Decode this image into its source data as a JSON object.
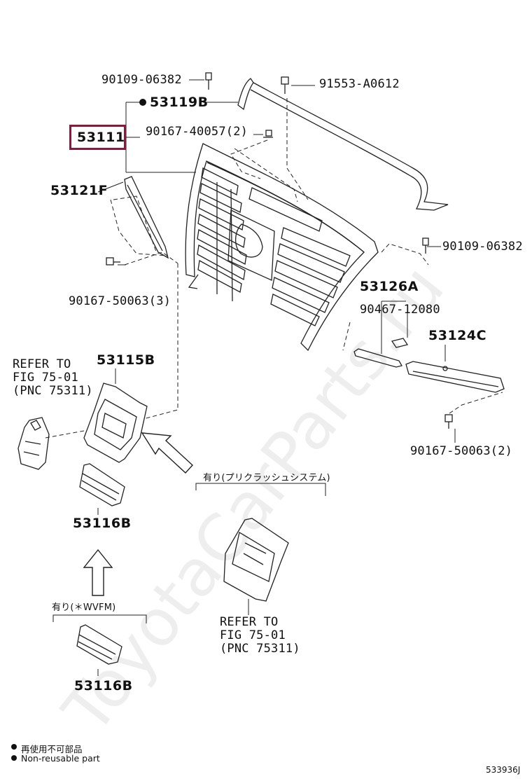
{
  "watermark": "ToyotaCarParts.ru",
  "diagram_code": "533936J",
  "legend": {
    "bullet_jp": "再使用不可部品",
    "bullet_en": "Non-reusable part"
  },
  "options": {
    "precrash": "有り(プリクラッシュシステム)",
    "wvfm": "有り(＊WVFM)"
  },
  "highlight_color": "#8b1a3a",
  "parts": {
    "p90109_top": "90109-06382",
    "p53119b": "53119B",
    "p91553": "91553-A0612",
    "p53111": "53111",
    "p90167_40057": "90167-40057(2)",
    "p53121f": "53121F",
    "p90109_right": "90109-06382",
    "p90167_50063_3": "90167-50063(3)",
    "p53126a": "53126A",
    "p90467": "90467-12080",
    "p53124c": "53124C",
    "p53115b": "53115B",
    "p90167_50063_2": "90167-50063(2)",
    "p53116b_a": "53116B",
    "p53116b_b": "53116B"
  },
  "refer_1": {
    "line1": "REFER TO",
    "line2": "FIG 75-01",
    "line3": "(PNC 75311)"
  },
  "refer_2": {
    "line1": "REFER TO",
    "line2": "FIG 75-01",
    "line3": "(PNC 75311)"
  }
}
